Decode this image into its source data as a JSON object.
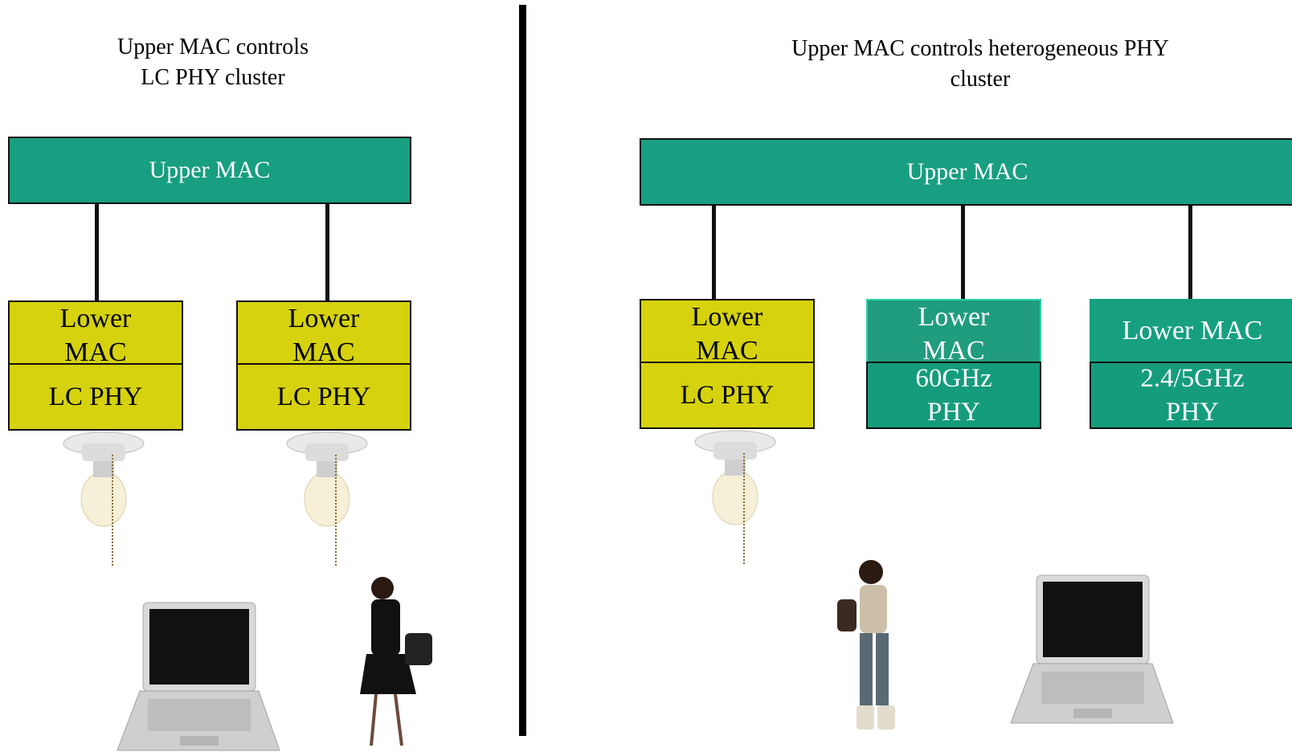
{
  "left": {
    "title_line1": "Upper MAC controls",
    "title_line2": "LC PHY cluster",
    "upper_mac": "Upper MAC",
    "units": [
      {
        "lower_line1": "Lower",
        "lower_line2": "MAC",
        "phy": "LC PHY"
      },
      {
        "lower_line1": "Lower",
        "lower_line2": "MAC",
        "phy": "LC PHY"
      }
    ]
  },
  "right": {
    "title_line1": "Upper MAC controls heterogeneous PHY",
    "title_line2": "cluster",
    "upper_mac": "Upper MAC",
    "units": [
      {
        "lower_line1": "Lower",
        "lower_line2": "MAC",
        "phy_line1": "LC PHY",
        "phy_line2": ""
      },
      {
        "lower_line1": "Lower",
        "lower_line2": "MAC",
        "phy_line1": "60GHz",
        "phy_line2": "PHY"
      },
      {
        "lower_line1": "Lower MAC",
        "lower_line2": "",
        "phy_line1": "2.4/5GHz",
        "phy_line2": "PHY"
      }
    ]
  },
  "colors": {
    "upper_mac": "#189e80",
    "lc_unit": "#d6d20e",
    "rf_unit": "#159c7c",
    "divider": "#000000"
  },
  "icons": [
    "light-bulb-icon",
    "laptop-icon",
    "person-phone-icon"
  ]
}
